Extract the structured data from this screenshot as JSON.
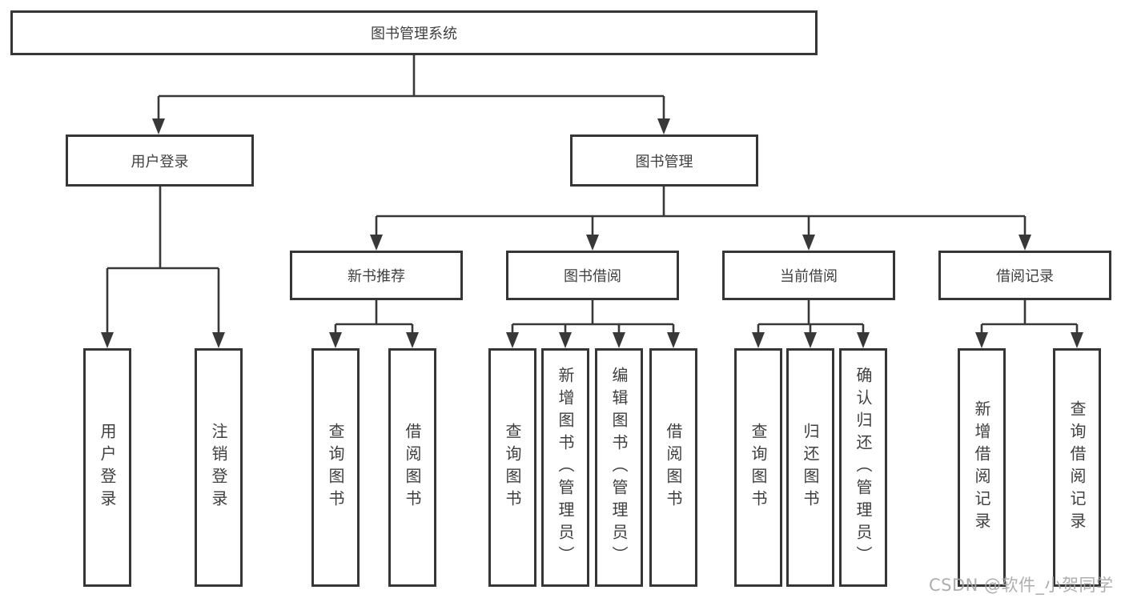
{
  "diagram": {
    "root": {
      "label": "图书管理系统"
    },
    "nodes": {
      "user_login": {
        "label": "用户登录",
        "children": [
          "用户登录",
          "注销登录"
        ]
      },
      "book_mgmt": {
        "label": "图书管理"
      },
      "new_books": {
        "label": "新书推荐",
        "children": [
          "查询图书",
          "借阅图书"
        ]
      },
      "book_borrow": {
        "label": "图书借阅",
        "children": [
          "查询图书",
          "新增图书（管理员）",
          "编辑图书（管理员）",
          "借阅图书"
        ]
      },
      "current_borrow": {
        "label": "当前借阅",
        "children": [
          "查询图书",
          "归还图书",
          "确认归还（管理员）"
        ]
      },
      "borrow_records": {
        "label": "借阅记录",
        "children": [
          "新增借阅记录",
          "查询借阅记录"
        ]
      }
    }
  },
  "watermark": {
    "text": "CSDN @软件_小贺同学"
  },
  "colors": {
    "line": "#383838",
    "border": "#363636",
    "text": "#3f3f3f",
    "watermark": "#a7a7a7",
    "background": "#ffffff"
  }
}
